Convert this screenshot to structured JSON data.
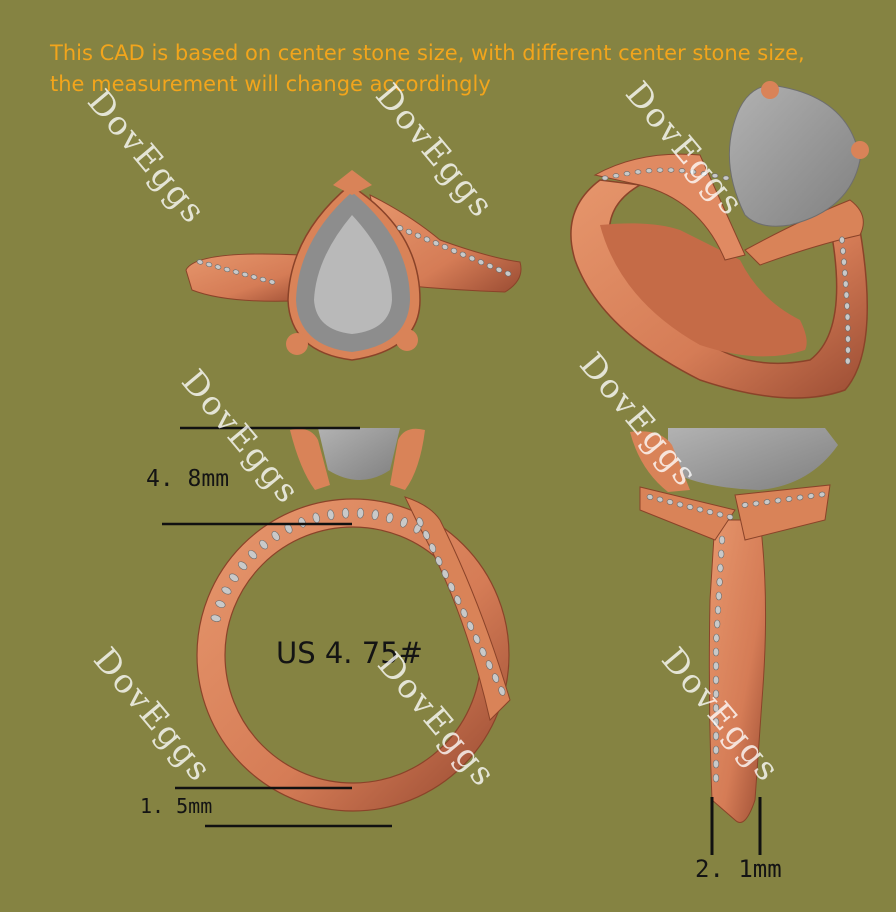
{
  "notice": {
    "line1": "This CAD is based on center stone size, with different center stone size,",
    "line2": "the measurement will change accordingly"
  },
  "dimensions": {
    "top_height": "4. 8mm",
    "band_thickness": "1. 5mm",
    "band_width": "2. 1mm",
    "ring_size": "US 4. 75#"
  },
  "watermark": "DovEggs",
  "colors": {
    "background": "#858342",
    "metal": "#e08a62",
    "metal_shadow": "#a4533a",
    "stone": "#9c9c9c",
    "notice_text": "#f2a51c"
  }
}
